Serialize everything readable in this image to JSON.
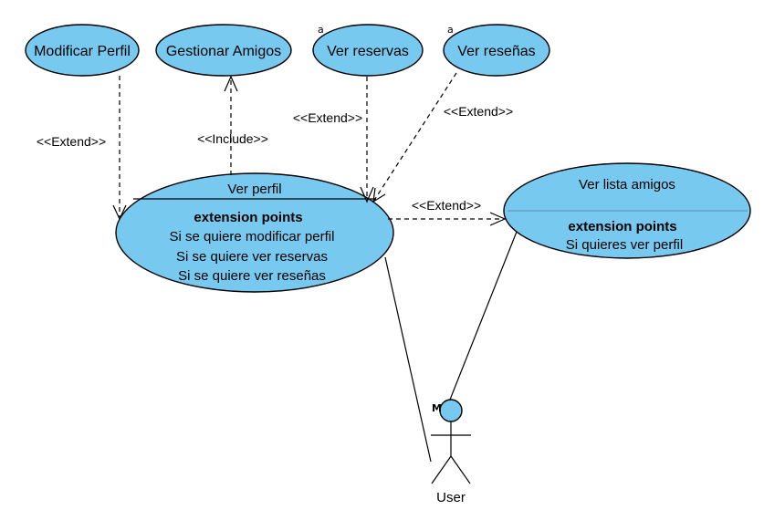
{
  "colors": {
    "use_case_fill": "#78C9EF",
    "line": "#000000",
    "background": "#FFFFFF"
  },
  "use_cases": {
    "modificar_perfil": {
      "name": "Modificar Perfil"
    },
    "gestionar_amigos": {
      "name": "Gestionar Amigos"
    },
    "ver_reservas": {
      "name": "Ver reservas",
      "marker": "a"
    },
    "ver_resenas": {
      "name": "Ver reseñas",
      "marker": "a"
    },
    "ver_perfil": {
      "name": "Ver perfil",
      "extension_points_title": "extension points",
      "extension_points": [
        "Si se quiere modificar perfil",
        "Si se quiere ver reservas",
        "Si se quiere ver reseñas"
      ]
    },
    "ver_lista_amigos": {
      "name": "Ver lista amigos",
      "extension_points_title": "extension points",
      "extension_points": [
        "Si quieres ver perfil"
      ]
    }
  },
  "relationships": {
    "modificar_to_perfil": "<<Extend>>",
    "perfil_to_gestionar": "<<Include>>",
    "reservas_to_perfil": "<<Extend>>",
    "resenas_to_perfil": "<<Extend>>",
    "perfil_to_lista": "<<Extend>>"
  },
  "actor": {
    "name": "User",
    "marker": "M"
  }
}
